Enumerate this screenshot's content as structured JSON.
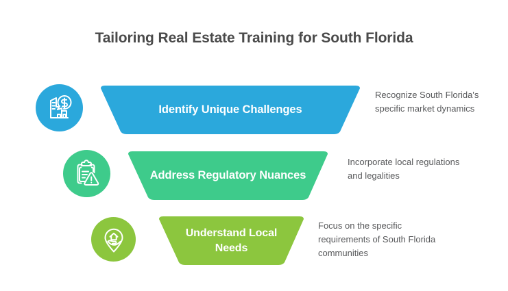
{
  "page": {
    "title": "Tailoring Real Estate Training for South Florida",
    "background": "#ffffff",
    "title_color": "#4a4a4a",
    "description_color": "#58595b"
  },
  "steps": [
    {
      "icon": "building-dollar-icon",
      "label": "Identify Unique Challenges",
      "description": "Recognize South Florida's specific market dynamics",
      "color": "#2ba8dc"
    },
    {
      "icon": "clipboard-warning-icon",
      "label": "Address Regulatory Nuances",
      "description": "Incorporate local regulations and legalities",
      "color": "#3ecb8b"
    },
    {
      "icon": "map-pin-house-hand-icon",
      "label": "Understand Local Needs",
      "description": "Focus on the specific requirements of South Florida communities",
      "color": "#8cc63e"
    }
  ]
}
